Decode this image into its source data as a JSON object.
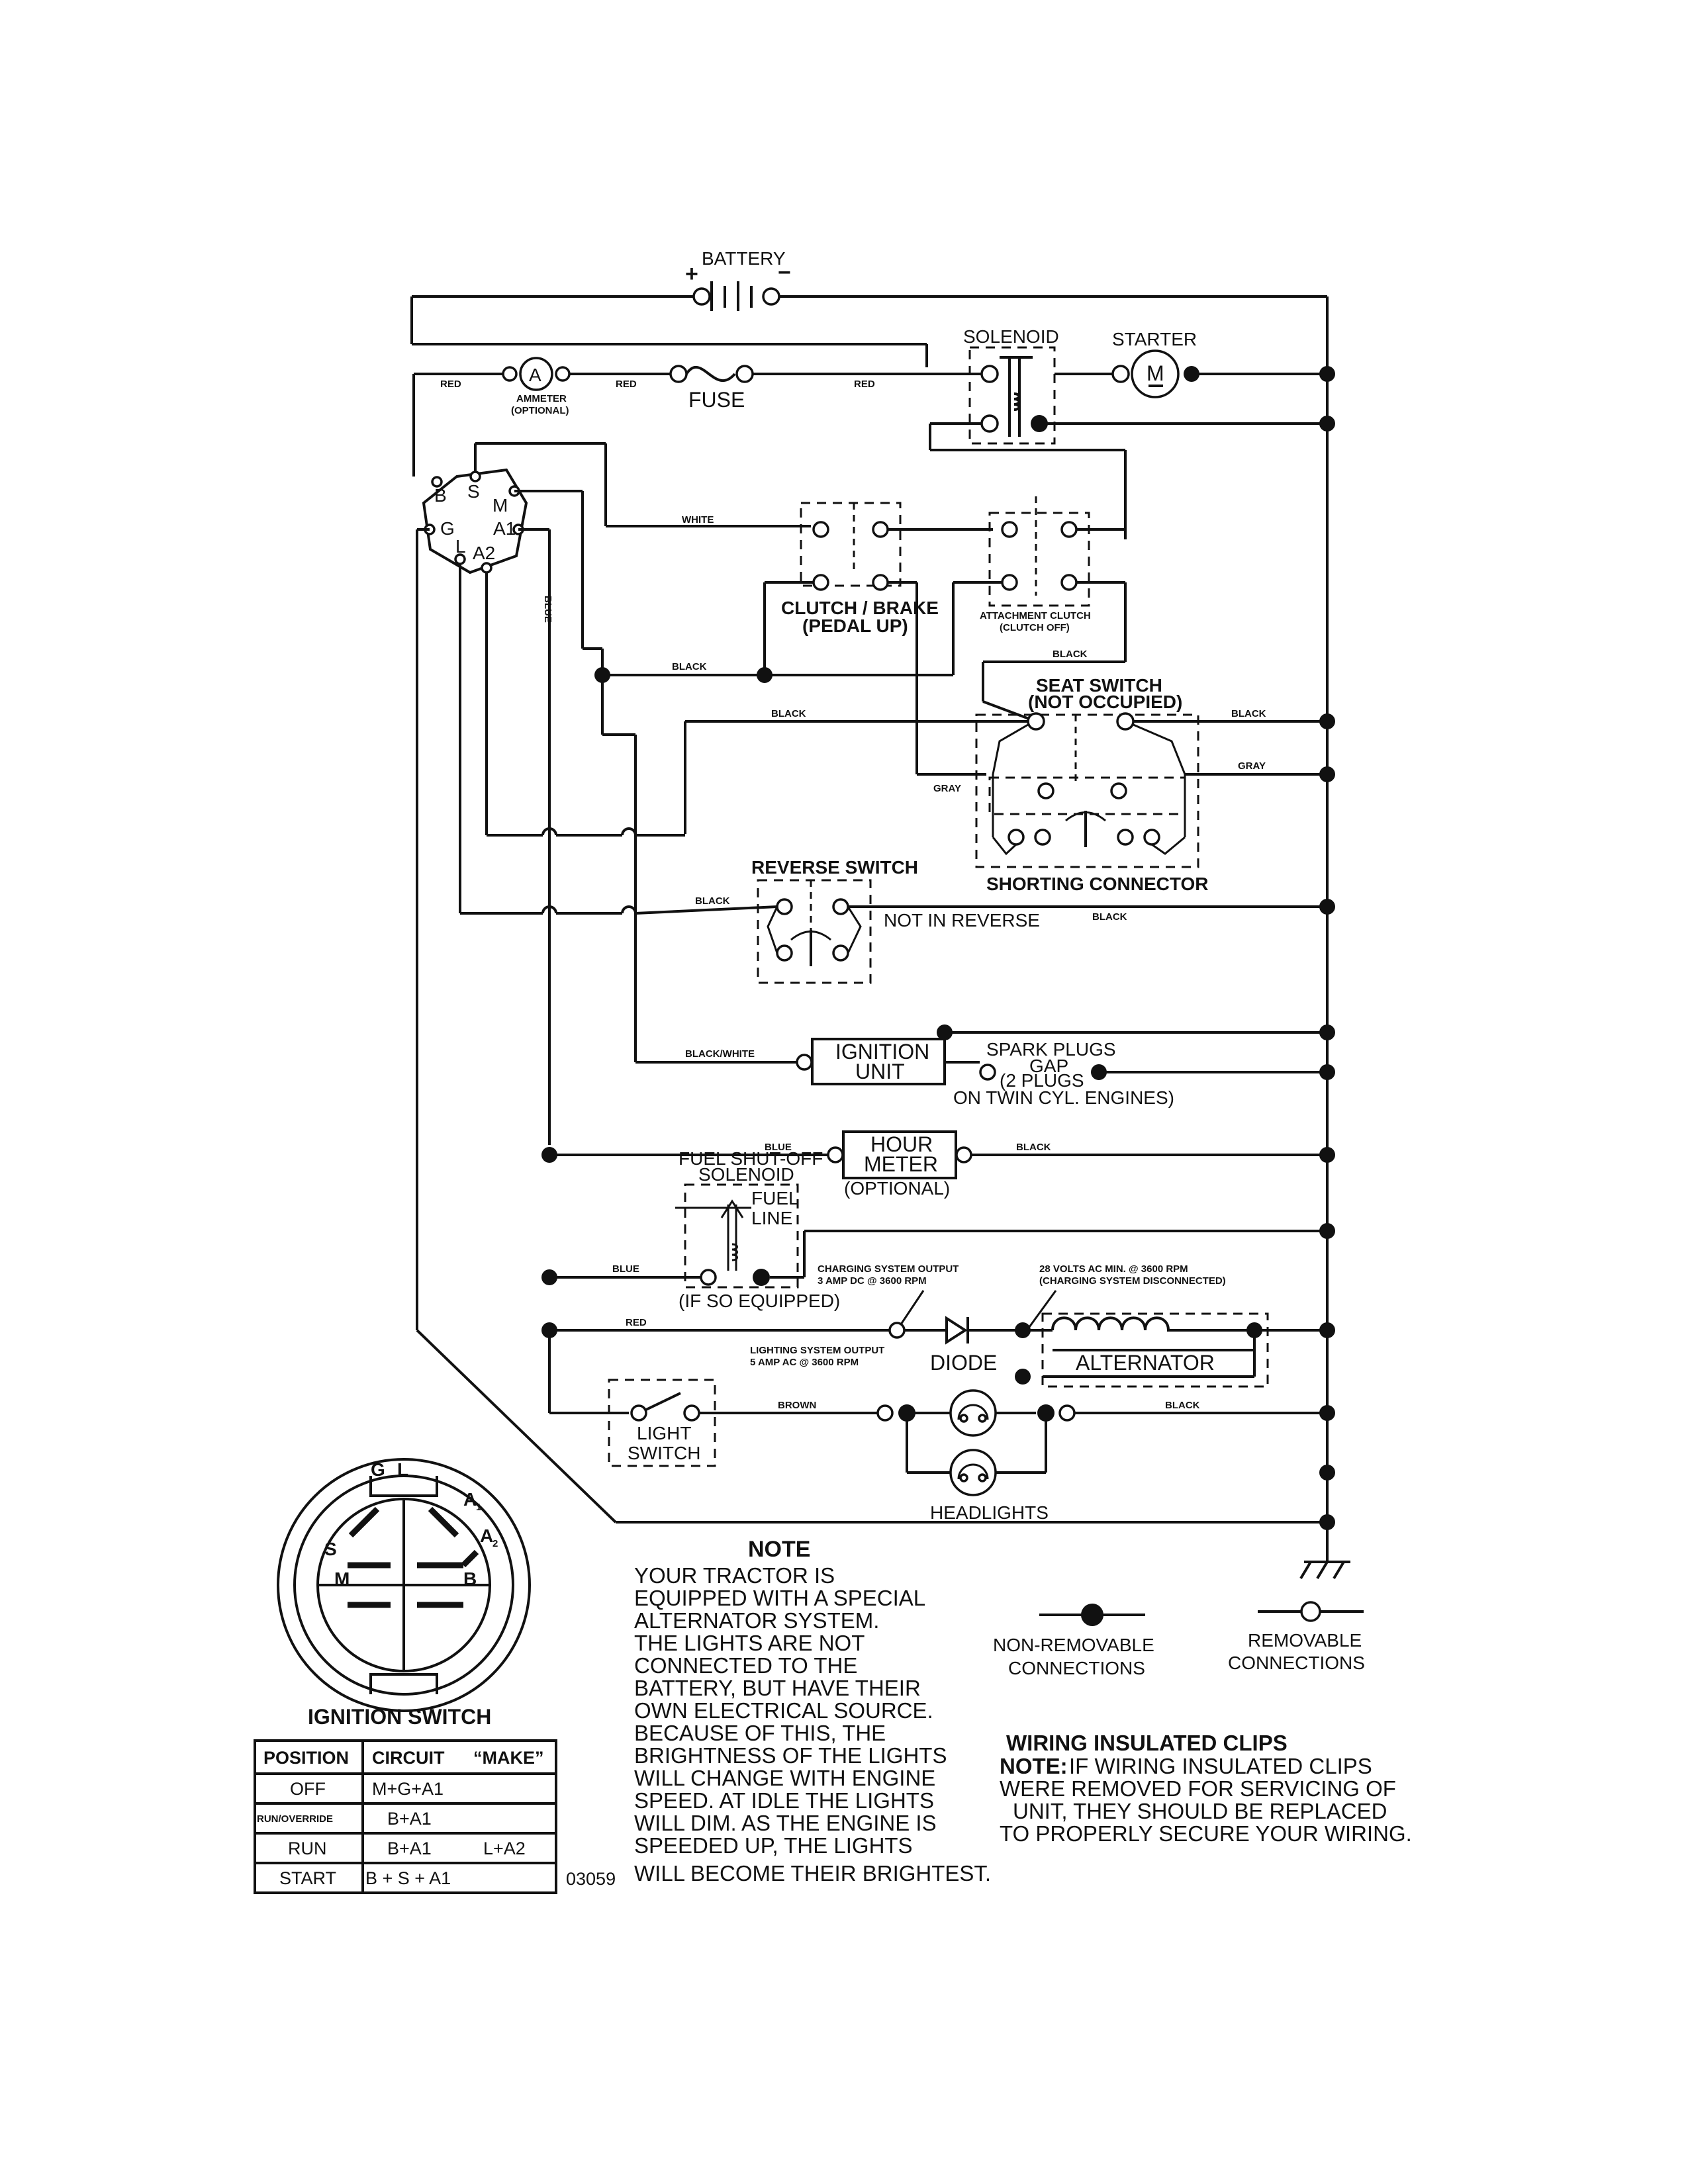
{
  "components": {
    "battery": "BATTERY",
    "solenoid": "SOLENOID",
    "starter": "STARTER",
    "starter_motor": "M",
    "ammeter": "AMMETER",
    "ammeter_symbol": "A",
    "ammeter_optional": "(OPTIONAL)",
    "fuse": "FUSE",
    "clutch_brake": "CLUTCH / BRAKE",
    "clutch_brake_state": "(PEDAL UP)",
    "attachment_clutch": "ATTACHMENT CLUTCH",
    "attachment_clutch_state": "(CLUTCH OFF)",
    "seat_switch": "SEAT SWITCH",
    "seat_switch_state": "(NOT OCCUPIED)",
    "shorting_connector": "SHORTING CONNECTOR",
    "reverse_switch": "REVERSE SWITCH",
    "not_in_reverse": "NOT IN REVERSE",
    "ignition_unit_1": "IGNITION",
    "ignition_unit_2": "UNIT",
    "spark_plugs_1": "SPARK PLUGS",
    "spark_plugs_2": "GAP",
    "spark_plugs_3": "(2 PLUGS",
    "spark_plugs_4": "ON TWIN CYL. ENGINES)",
    "hour_meter_1": "HOUR",
    "hour_meter_2": "METER",
    "hour_meter_optional": "(OPTIONAL)",
    "fuel_solenoid_1": "FUEL SHUT-OFF",
    "fuel_solenoid_2": "SOLENOID",
    "fuel_line_1": "FUEL",
    "fuel_line_2": "LINE",
    "if_so_equipped": "(IF SO EQUIPPED)",
    "charging_output_1": "CHARGING SYSTEM OUTPUT",
    "charging_output_2": "3 AMP DC @ 3600 RPM",
    "volts_1": "28 VOLTS AC MIN. @ 3600 RPM",
    "volts_2": "(CHARGING SYSTEM DISCONNECTED)",
    "lighting_output_1": "LIGHTING SYSTEM OUTPUT",
    "lighting_output_2": "5 AMP AC @ 3600 RPM",
    "diode": "DIODE",
    "alternator": "ALTERNATOR",
    "light_switch_1": "LIGHT",
    "light_switch_2": "SWITCH",
    "headlights": "HEADLIGHTS",
    "terminals": {
      "b": "B",
      "s": "S",
      "m": "M",
      "g": "G",
      "a1": "A1",
      "l": "L",
      "a2": "A2"
    }
  },
  "wires": {
    "red": "RED",
    "white": "WHITE",
    "black": "BLACK",
    "blue": "BLUE",
    "gray": "GRAY",
    "black_white": "BLACK/WHITE",
    "brown": "BROWN"
  },
  "ignition_switch": {
    "title": "IGNITION SWITCH",
    "face": {
      "g": "G",
      "l": "L",
      "a1": "A",
      "a1_sub": "1",
      "a2": "A",
      "a2_sub": "2",
      "s": "S",
      "m": "M",
      "b": "B"
    },
    "headers": [
      "POSITION",
      "CIRCUIT",
      "“MAKE”"
    ],
    "rows": [
      {
        "position": "OFF",
        "circuit": "M+G+A1",
        "extra": ""
      },
      {
        "position": "RUN/OVERRIDE",
        "circuit": "B+A1",
        "extra": ""
      },
      {
        "position": "RUN",
        "circuit": "B+A1",
        "extra": "L+A2"
      },
      {
        "position": "START",
        "circuit": "B + S + A1",
        "extra": ""
      }
    ]
  },
  "figure_number": "03059",
  "note": {
    "title": "NOTE",
    "lines": [
      "YOUR TRACTOR IS",
      "EQUIPPED WITH A SPECIAL",
      "ALTERNATOR SYSTEM.",
      "THE LIGHTS ARE NOT",
      "CONNECTED TO THE",
      "BATTERY, BUT HAVE THEIR",
      "OWN ELECTRICAL SOURCE.",
      "BECAUSE OF THIS, THE",
      "BRIGHTNESS OF THE LIGHTS",
      "WILL CHANGE WITH ENGINE",
      "SPEED.  AT IDLE THE LIGHTS",
      "WILL DIM.  AS THE ENGINE IS",
      "SPEEDED UP, THE LIGHTS",
      "WILL BECOME THEIR BRIGHTEST."
    ]
  },
  "legend": {
    "non_removable_1": "NON-REMOVABLE",
    "non_removable_2": "CONNECTIONS",
    "removable_1": "REMOVABLE",
    "removable_2": "CONNECTIONS"
  },
  "clips": {
    "title": "WIRING INSULATED CLIPS",
    "note_label": "NOTE:",
    "line1": "IF WIRING INSULATED CLIPS",
    "line2": "WERE REMOVED FOR SERVICING OF",
    "line3": "UNIT, THEY SHOULD BE REPLACED",
    "line4": "TO PROPERLY SECURE YOUR WIRING."
  }
}
